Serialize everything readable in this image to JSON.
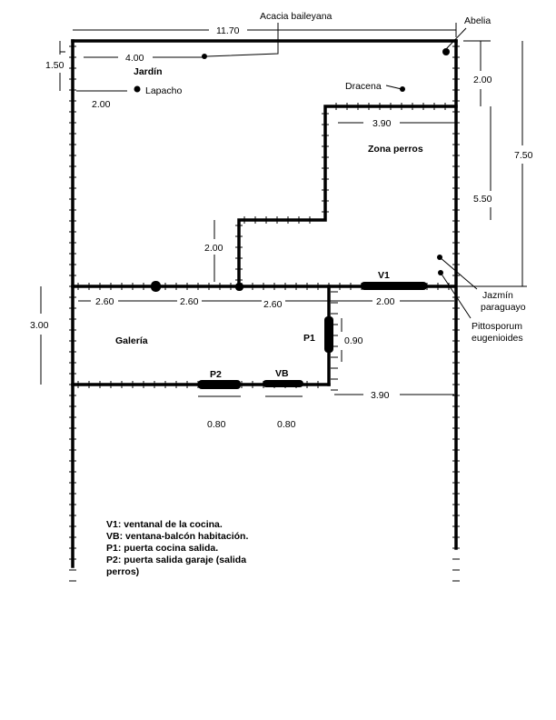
{
  "dimensions": {
    "top_width": "11.70",
    "jardin_width": "4.00",
    "left_depth": "1.50",
    "lapacho_offset": "2.00",
    "right_top": "2.00",
    "right_total": "7.50",
    "perros_width": "3.90",
    "perros_depth": "5.50",
    "step_height": "2.00",
    "gal_seg_1": "2.60",
    "gal_seg_2": "2.60",
    "gal_seg_3": "2.60",
    "v1_width": "2.00",
    "galeria_depth": "3.00",
    "p1_width": "0.90",
    "bottom_right": "3.90",
    "p2_width": "0.80",
    "vb_width": "0.80"
  },
  "areas": {
    "jardin": "Jardín",
    "zona_perros": "Zona perros",
    "galeria": "Galería"
  },
  "plants": {
    "acacia": "Acacia baileyana",
    "abelia": "Abelia",
    "lapacho": "Lapacho",
    "dracena": "Dracena",
    "jazmin_1": "Jazmín",
    "jazmin_2": "paraguayo",
    "pitto_1": "Pittosporum",
    "pitto_2": "eugenioides"
  },
  "openings": {
    "v1": "V1",
    "p1": "P1",
    "p2": "P2",
    "vb": "VB"
  },
  "legend": [
    "V1: ventanal de la cocina.",
    "VB: ventana-balcón habitación.",
    "P1: puerta cocina salida.",
    "P2: puerta salida garaje (salida",
    "perros)"
  ]
}
